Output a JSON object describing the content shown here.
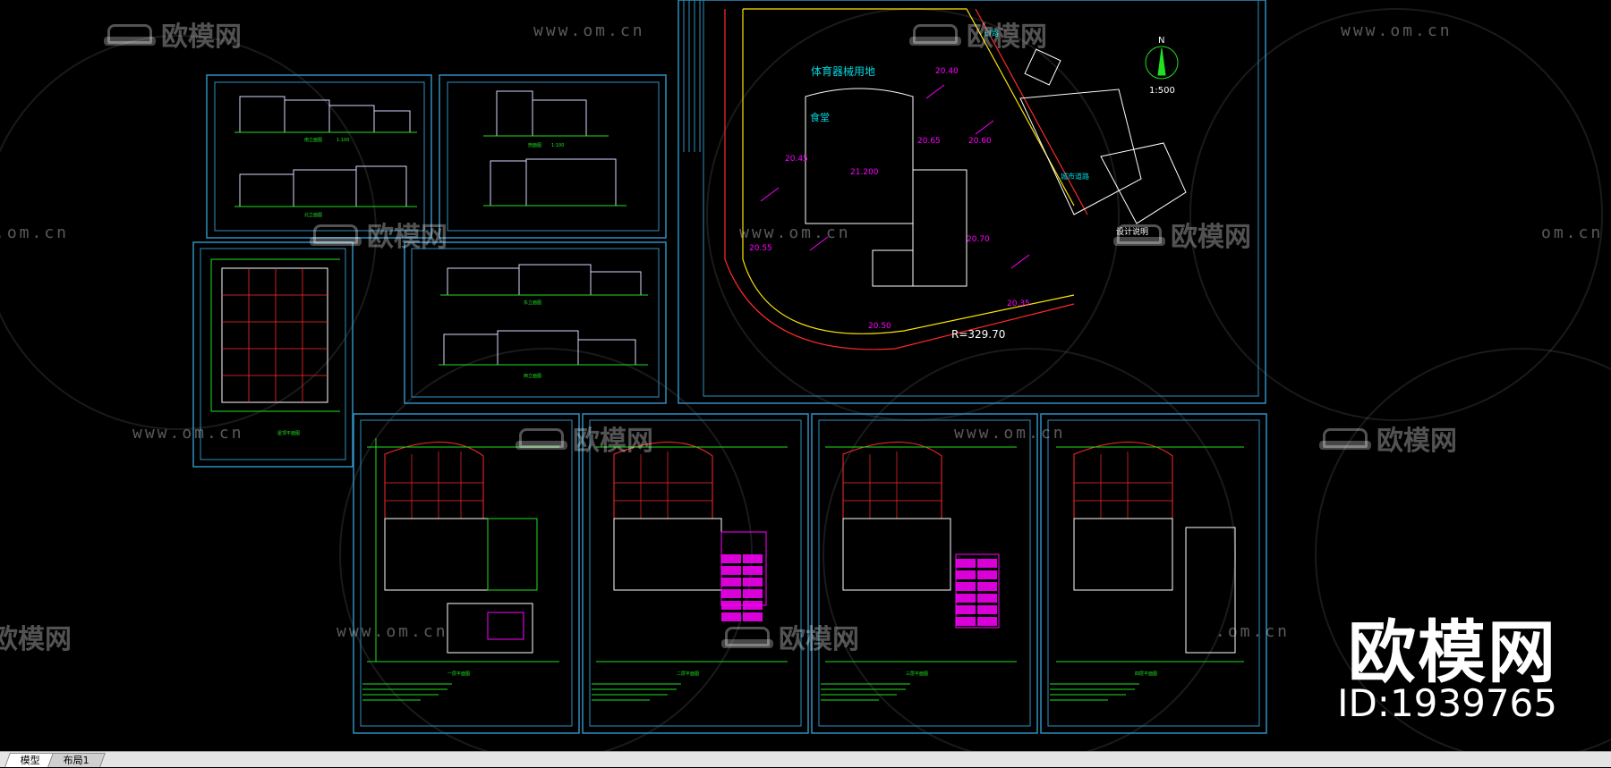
{
  "watermark": {
    "logo_text": "欧模网",
    "url_text": "www.om.cn",
    "url_short": ".om.cn",
    "url_fragment": "om.cn"
  },
  "brand": {
    "name": "欧模网",
    "id_label": "ID:1939765"
  },
  "tabs": [
    {
      "label": "模型",
      "active": true
    },
    {
      "label": "布局1",
      "active": false
    }
  ],
  "drawing": {
    "site_plan": {
      "zone_label": "体育器械用地",
      "building_label": "食堂",
      "scale_label": "1:500",
      "north_label": "N",
      "radius_label": "R=329.70",
      "elevations": [
        "20.45",
        "20.55",
        "20.65",
        "20.60",
        "20.50",
        "20.40",
        "20.70",
        "20.35",
        "21.200"
      ],
      "notes_title": "设计说明",
      "road_label": "道路",
      "road_label_2": "城市道路"
    },
    "sheet_titles": [
      "南立面图",
      "北立面图",
      "剖面图",
      "东立面图",
      "西立面图",
      "屋顶平面图",
      "一层平面图",
      "二层平面图",
      "三层平面图",
      "四层平面图"
    ],
    "scale_small": "1:100"
  },
  "colors": {
    "background": "#000000",
    "frame": "#2f8fbf",
    "cyan": "#00d8e0",
    "green": "#20e020",
    "red": "#ff2a2a",
    "magenta": "#ff00ff",
    "yellow": "#ffe600",
    "white": "#ffffff",
    "watermark": "rgba(255,255,255,0.32)"
  }
}
